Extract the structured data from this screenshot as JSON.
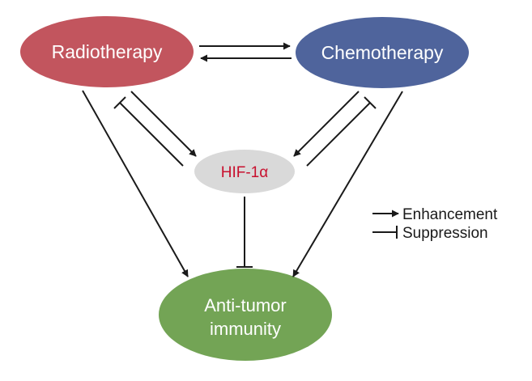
{
  "nodes": {
    "radiotherapy": {
      "label": "Radiotherapy",
      "color": "#c2555e"
    },
    "chemotherapy": {
      "label": "Chemotherapy",
      "color": "#4f649c"
    },
    "hif": {
      "label": "HIF-1α",
      "color": "#d9d9d9",
      "text_color": "#c8102e"
    },
    "immunity": {
      "label_line1": "Anti-tumor",
      "label_line2": "immunity",
      "color": "#73a455"
    }
  },
  "legend": {
    "enhancement": "Enhancement",
    "suppression": "Suppression"
  },
  "colors": {
    "arrow": "#1a1a1a"
  }
}
